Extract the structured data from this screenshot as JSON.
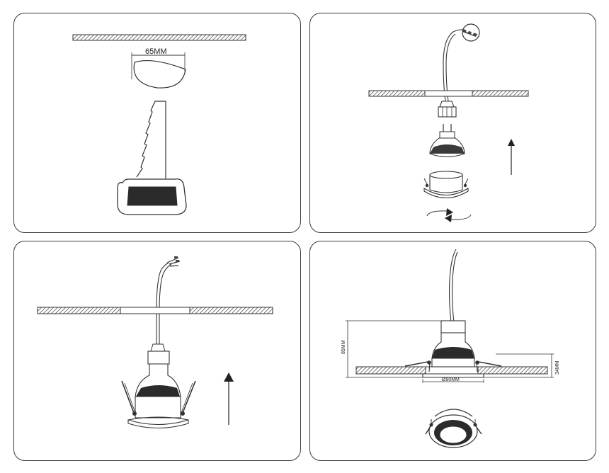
{
  "panel1": {
    "hole_diameter": "65MM"
  },
  "panel4": {
    "height_total": "85MM",
    "height_recess": "34MM",
    "flange_diameter": "Ø90MM"
  }
}
